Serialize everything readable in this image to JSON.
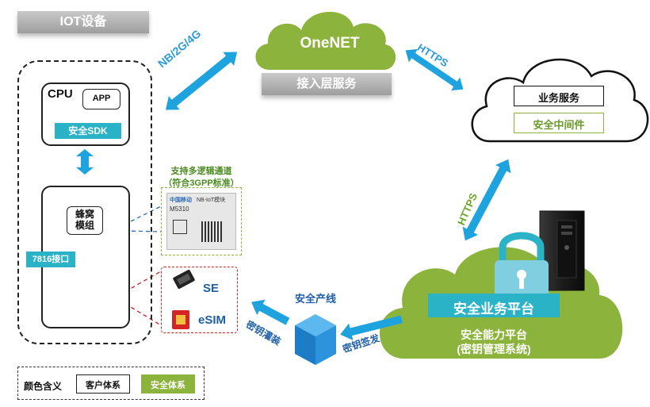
{
  "iot": {
    "header": "IOT设备",
    "cpu_label": "CPU",
    "app_label": "APP",
    "security_sdk": "安全SDK",
    "cellular_module": [
      "蜂窝",
      "模组"
    ],
    "interface_7816": "7816接口"
  },
  "network": {
    "link_label": "NB/2G/4G",
    "onenet": "OneNET",
    "access_service": "接入层服务",
    "https_top": "HTTPS",
    "https_right": "HTTPS"
  },
  "cloud_service": {
    "business": "业务服务",
    "middleware": "安全中间件"
  },
  "module_note": {
    "line1": "支持多逻辑通道",
    "line2": "（符合3GPP标准）",
    "chip_brand": "中国移动",
    "chip_model": "M5310",
    "chip_type": "NB-IoT模块"
  },
  "secure_elements": {
    "se": "SE",
    "esim": "eSIM"
  },
  "production": {
    "label": "安全产线",
    "key_inject": "密钥灌装",
    "key_issue": "密钥签发"
  },
  "platform": {
    "title": "安全业务平台",
    "subtitle1": "安全能力平台",
    "subtitle2": "(密钥管理系统)"
  },
  "legend": {
    "title": "颜色含义",
    "customer": "客户体系",
    "security": "安全体系"
  },
  "colors": {
    "green_cloud": "#8cb43d",
    "teal": "#2ab3c6",
    "arrow_blue": "#1fa3df",
    "legend_green": "#8cb43d"
  }
}
